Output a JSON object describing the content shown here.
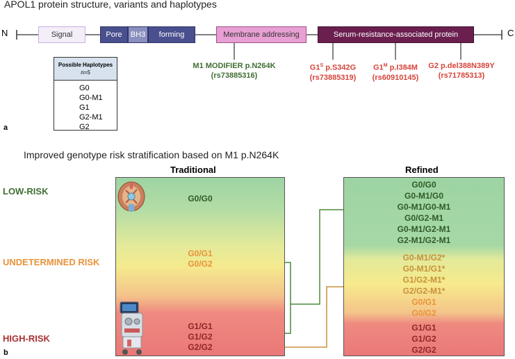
{
  "panel_a": {
    "title": "APOL1 protein structure, variants and haplotypes",
    "n_label": "N",
    "c_label": "C",
    "domains": {
      "signal": "Signal",
      "pore": "Pore",
      "bh3": "BH3",
      "forming": "forming",
      "membrane": "Membrane addressing",
      "sra": "Serum-resistance-associated protein"
    },
    "variants": {
      "m1": {
        "line1": "M1 MODIFIER p.N264K",
        "line2": "(rs73885316)",
        "color": "#3f6e32"
      },
      "g1s": {
        "prefix": "G1",
        "sup": "S",
        "line1_rest": " p.S342G",
        "line2": "(rs73885319)",
        "color": "#d6443a"
      },
      "g1m": {
        "prefix": "G1",
        "sup": "M",
        "line1_rest": " p.I384M",
        "line2": "(rs60910145)",
        "color": "#d6443a"
      },
      "g2": {
        "line1": "G2 p.del388N389Y",
        "line2": "(rs71785313)",
        "color": "#d6443a"
      }
    },
    "haplotypes": {
      "header": "Possible Haplotypes",
      "sub": "n=5",
      "items": [
        "G0",
        "G0-M1",
        "G1",
        "G2-M1",
        "G2"
      ]
    },
    "letter": "a"
  },
  "panel_b": {
    "title": "Improved genotype risk stratification based on M1 p.N264K",
    "traditional_label": "Traditional",
    "refined_label": "Refined",
    "risk_labels": {
      "low": {
        "text": "LOW-RISK",
        "color": "#3f6e32"
      },
      "undetermined": {
        "text": "UNDETERMINED RISK",
        "color": "#e8923a"
      },
      "high": {
        "text": "HIGH-RISK",
        "color": "#a83232"
      }
    },
    "traditional": {
      "low": [
        "G0/G0"
      ],
      "undetermined": [
        "G0/G1",
        "G0/G2"
      ],
      "high": [
        "G1/G1",
        "G1/G2",
        "G2/G2"
      ]
    },
    "refined": {
      "low": [
        "G0/G0",
        "G0-M1/G0",
        "G0-M1/G0-M1",
        "G0/G2-M1",
        "G0-M1/G2-M1",
        "G2-M1/G2-M1"
      ],
      "undetermined_star": [
        "G0-M1/G2*",
        "G0-M1/G1*",
        "G1/G2-M1*",
        "G2/G2-M1*"
      ],
      "undetermined": [
        "G0/G1",
        "G0/G2"
      ],
      "high": [
        "G1/G1",
        "G1/G2",
        "G2/G2"
      ]
    },
    "colors": {
      "low_text": "#2f5a26",
      "undetermined_text": "#e8923a",
      "star_text": "#c8903a",
      "high_text": "#8f2626",
      "green_line": "#4a8a3a",
      "orange_line": "#c8903a"
    },
    "icons": {
      "kidney": "kidney-icon",
      "dialysis": "dialysis-machine-icon"
    },
    "letter": "b"
  }
}
